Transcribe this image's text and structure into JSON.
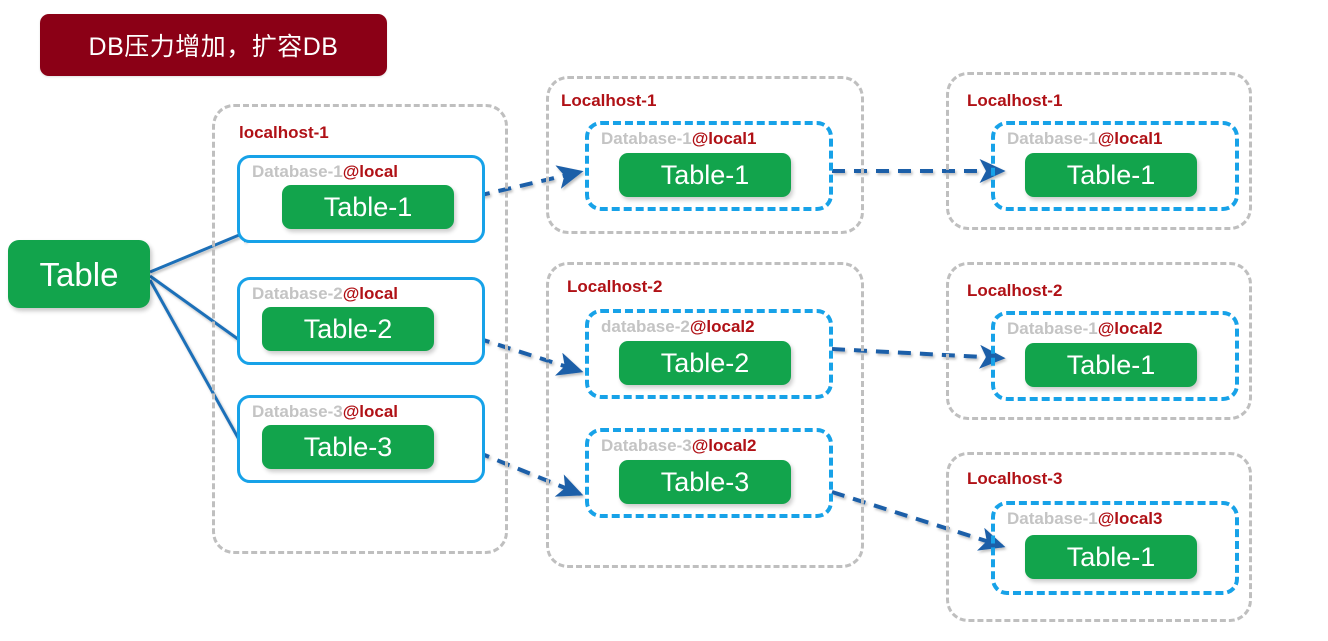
{
  "banner": {
    "text": "DB压力增加，扩容DB",
    "bg": "#8B0016",
    "fg": "#ffffff"
  },
  "colors": {
    "green": "#12A44C",
    "blue_solid": "#17A2E8",
    "blue_dashed": "#17A2E8",
    "arrow_solid": "#1F6FB8",
    "arrow_dashed": "#1C5FA8",
    "gray_dashed": "#BFBFBF",
    "host_red": "#B01116",
    "db_gray": "#C4C4C4"
  },
  "source": {
    "label": "Table"
  },
  "stage1": {
    "host": "localhost-1",
    "databases": [
      {
        "name": "Database-1",
        "at": "@local",
        "table": "Table-1"
      },
      {
        "name": "Database-2",
        "at": "@local",
        "table": "Table-2"
      },
      {
        "name": "Database-3",
        "at": "@local",
        "table": "Table-3"
      }
    ]
  },
  "stage2": {
    "hosts": [
      {
        "host": "Localhost-1",
        "databases": [
          {
            "name": "Database-1",
            "at": "@local1",
            "table": "Table-1"
          }
        ]
      },
      {
        "host": "Localhost-2",
        "databases": [
          {
            "name": "database-2",
            "at": "@local2",
            "table": "Table-2"
          },
          {
            "name": "Database-3",
            "at": "@local2",
            "table": "Table-3"
          }
        ]
      }
    ]
  },
  "stage3": {
    "hosts": [
      {
        "host": "Localhost-1",
        "databases": [
          {
            "name": "Database-1",
            "at": "@local1",
            "table": "Table-1"
          }
        ]
      },
      {
        "host": "Localhost-2",
        "databases": [
          {
            "name": "Database-1",
            "at": "@local2",
            "table": "Table-1"
          }
        ]
      },
      {
        "host": "Localhost-3",
        "databases": [
          {
            "name": "Database-1",
            "at": "@local3",
            "table": "Table-1"
          }
        ]
      }
    ]
  }
}
